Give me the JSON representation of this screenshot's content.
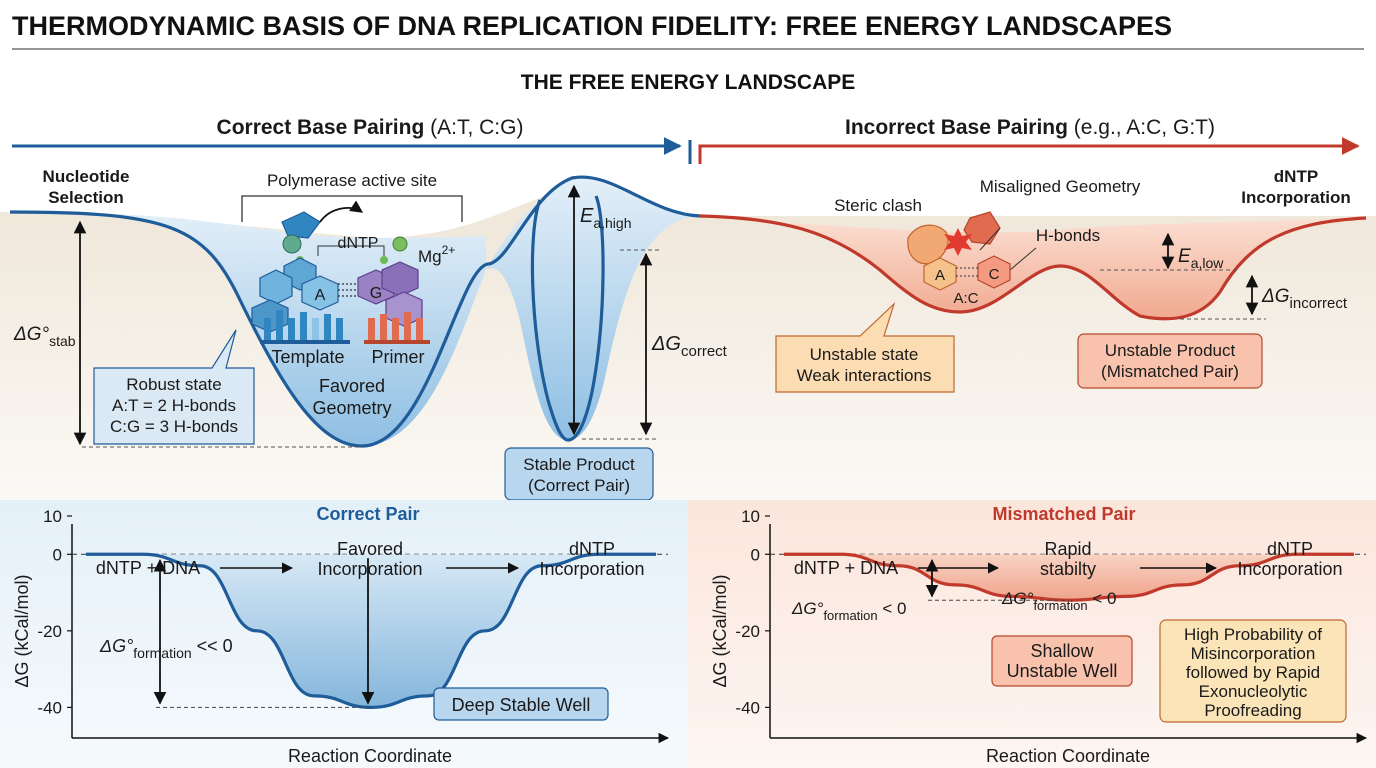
{
  "title": "THERMODYNAMIC BASIS OF DNA REPLICATION FIDELITY: FREE ENERGY LANDSCAPES",
  "section_title": "THE FREE ENERGY LANDSCAPE",
  "correct_header": {
    "bold": "Correct Base Pairing",
    "normal": " (A:T, C:G)"
  },
  "incorrect_header": {
    "bold": "Incorrect Base Pairing",
    "normal": " (e.g., A:C, G:T)"
  },
  "landscape": {
    "nucleotide_selection": [
      "Nucleotide",
      "Selection"
    ],
    "dntp_incorporation": [
      "dNTP",
      "Incorporation"
    ],
    "polymerase_active_site": "Polymerase active site",
    "dntp": "dNTP",
    "mg": "Mg",
    "mg_sup": "2+",
    "base_a": "A",
    "base_g": "G",
    "base_c": "C",
    "template": "Template",
    "primer": "Primer",
    "favored_geometry": [
      "Favored",
      "Geometry"
    ],
    "delta_g_stab": {
      "main": "ΔG°",
      "sub": "stab"
    },
    "ea_high": {
      "main": "E",
      "sub": "a,high"
    },
    "delta_g_correct": {
      "main": "ΔG",
      "sub": "correct"
    },
    "robust_state": [
      "Robust state",
      "A:T = 2 H-bonds",
      "C:G = 3 H-bonds"
    ],
    "stable_product": [
      "Stable Product",
      "(Correct Pair)"
    ],
    "steric_clash": "Steric clash",
    "misaligned_geometry": "Misaligned Geometry",
    "h_bonds": "H-bonds",
    "ac_pair": "A:C",
    "ea_low": {
      "main": "E",
      "sub": "a,low"
    },
    "delta_g_incorrect": {
      "main": "ΔG",
      "sub": "incorrect"
    },
    "unstable_state": [
      "Unstable state",
      "Weak interactions"
    ],
    "unstable_product": [
      "Unstable Product",
      "(Mismatched Pair)"
    ]
  },
  "chart_data": [
    {
      "type": "line",
      "title": "Correct Pair",
      "xlabel": "Reaction Coordinate",
      "ylabel": "ΔG (kCal/mol)",
      "ylim": [
        -48,
        10
      ],
      "yticks": [
        10,
        0,
        -20,
        -40
      ],
      "x": [
        0,
        0.1,
        0.2,
        0.3,
        0.4,
        0.5,
        0.6,
        0.7,
        0.8,
        0.9,
        1.0
      ],
      "series": [
        {
          "values": [
            0,
            0,
            -3,
            -20,
            -37,
            -40,
            -37,
            -20,
            -3,
            0,
            0
          ]
        }
      ],
      "stage_labels": [
        [
          "dNTP + DNA"
        ],
        [
          "Favored",
          "Incorporation"
        ],
        [
          "dNTP",
          "Incorporation"
        ]
      ],
      "annotation": {
        "main": "ΔG°",
        "sub": "formation",
        "rel": " << 0"
      },
      "well_label": "Deep Stable Well"
    },
    {
      "type": "line",
      "title": "Mismatched Pair",
      "xlabel": "Reaction Coordinate",
      "ylabel": "ΔG (kCal/mol)",
      "ylim": [
        -48,
        10
      ],
      "yticks": [
        10,
        0,
        -20,
        -40
      ],
      "x": [
        0,
        0.1,
        0.2,
        0.3,
        0.4,
        0.5,
        0.6,
        0.7,
        0.8,
        0.9,
        1.0
      ],
      "series": [
        {
          "values": [
            0,
            0,
            -3,
            -8,
            -11,
            -12,
            -11,
            -8,
            -3,
            0,
            0
          ]
        }
      ],
      "stage_labels": [
        [
          "dNTP + DNA"
        ],
        [
          "Rapid",
          "stabilty"
        ],
        [
          "dNTP",
          "Incorporation"
        ]
      ],
      "annotation": {
        "main": "ΔG°",
        "sub": "formation",
        "rel": " < 0"
      },
      "inner_annotation": {
        "main": "ΔG°",
        "sub": "formation",
        "rel": " < 0"
      },
      "well_label": [
        "Shallow",
        "Unstable Well"
      ],
      "note": [
        "High Probability of",
        "Misincorporation",
        "followed by Rapid",
        "Exonucleolytic",
        "Proofreading"
      ]
    }
  ],
  "colors": {
    "blue": "#1f5c9a",
    "red": "#c0392b",
    "light_blue": "#cfe4f3",
    "light_red": "#f6c3b3",
    "beige": "#efe7da"
  }
}
